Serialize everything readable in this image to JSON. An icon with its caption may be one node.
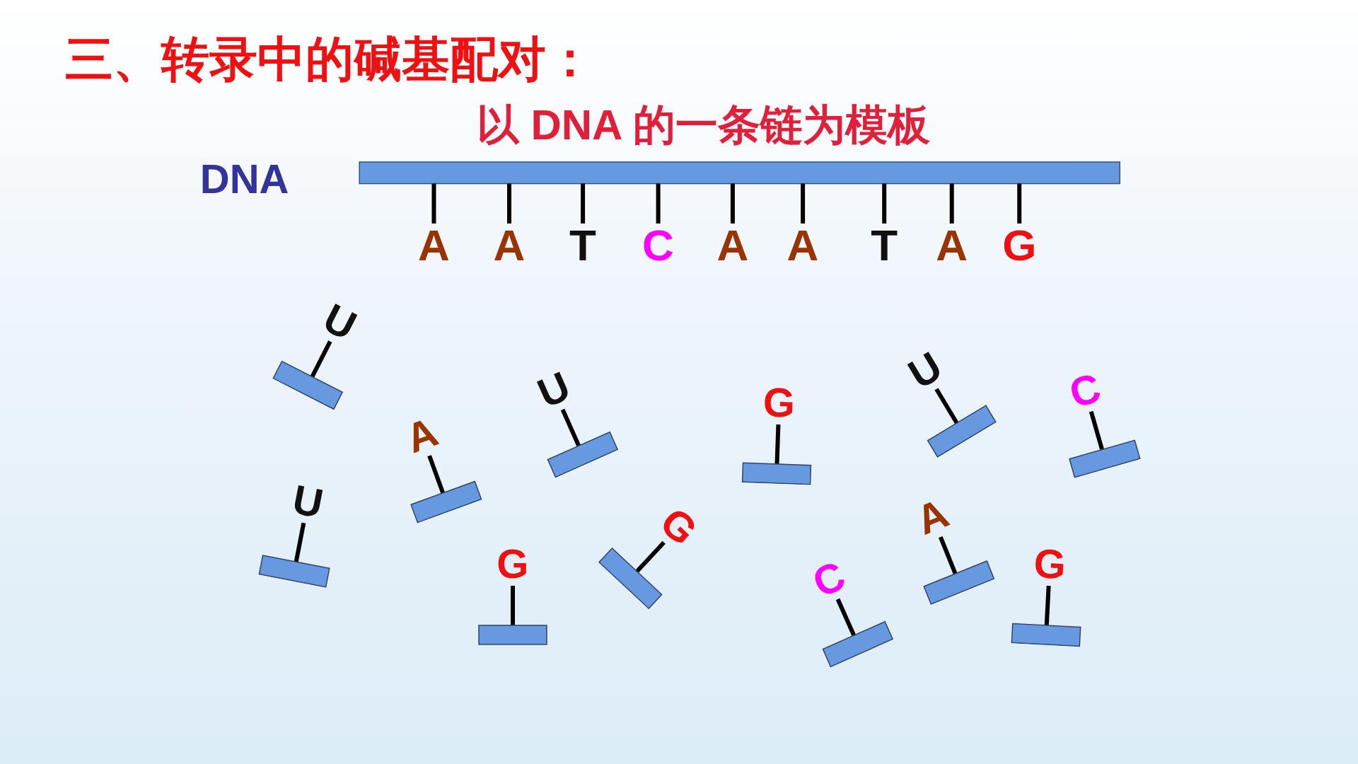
{
  "diagram": {
    "title": "三、转录中的碱基配对：",
    "labels": [
      "以 DNA 的一条链为模板",
      "DNA",
      "A",
      "A",
      "T",
      "C",
      "A",
      "A",
      "T",
      "A",
      "G",
      "U",
      "U",
      "U",
      "C",
      "G",
      "A",
      "U",
      "G",
      "A",
      "G",
      "C",
      "G"
    ]
  }
}
